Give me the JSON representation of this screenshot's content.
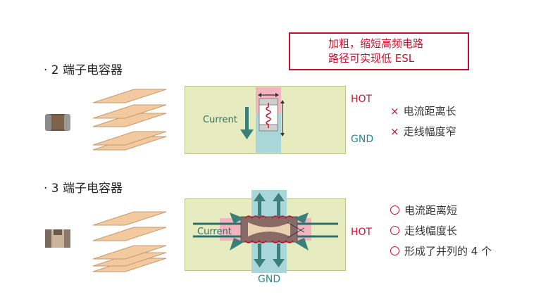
{
  "callout": {
    "line1": "加粗，缩短高频电路",
    "line2": "路径可实现低 ESL"
  },
  "two_terminal": {
    "title": "· 2 端子电容器",
    "current_label": "Current",
    "hot_label": "HOT",
    "gnd_label": "GND",
    "features": [
      {
        "mark": "×",
        "text": "电流距离长"
      },
      {
        "mark": "×",
        "text": "走线幅度窄"
      }
    ]
  },
  "three_terminal": {
    "title": "· 3 端子电容器",
    "current_label": "Current",
    "hot_label": "HOT",
    "gnd_label": "GND",
    "features": [
      {
        "mark": "○",
        "text": "电流距离短"
      },
      {
        "mark": "○",
        "text": "走线幅度长"
      },
      {
        "mark": "○",
        "text": "形成了并列的 4 个"
      }
    ]
  },
  "colors": {
    "accent_red": "#c8102e",
    "gnd_teal": "#2d8a8a",
    "board_green": "#e6ecc0",
    "plate_tan": "#f3c9a0",
    "arrow_teal": "#3a7f78"
  }
}
